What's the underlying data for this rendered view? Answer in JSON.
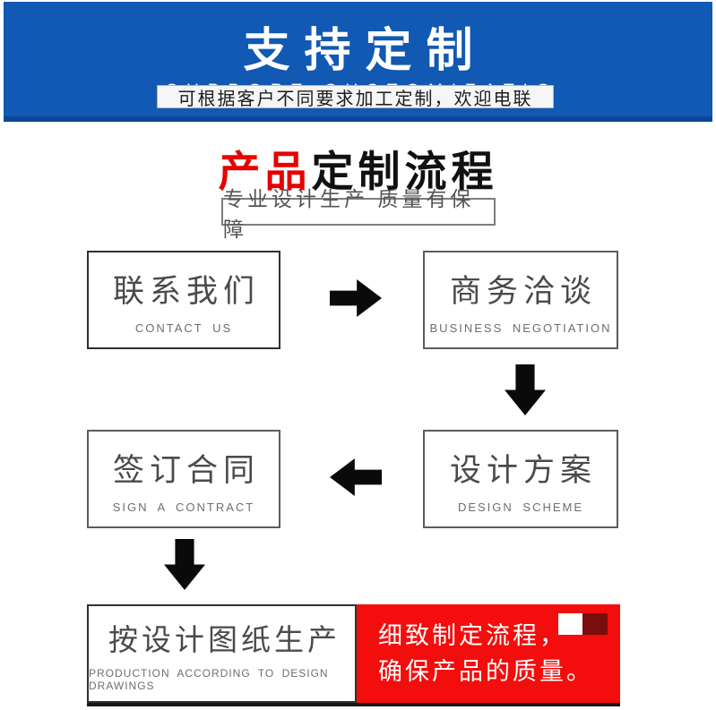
{
  "colors": {
    "banner_blue": "#1159b2",
    "banner_blue_dark": "#0c4697",
    "strip_bg": "#f6f6f6",
    "accent_red": "#e60000",
    "note_red": "#f40d0d",
    "note_red_dark": "#7a0d0d",
    "arrow_black": "#0a0a0a"
  },
  "banner": {
    "title": "支持定制",
    "subtitle": "SUPPORT CUSTOMIZATIO",
    "strip_text": "可根据客户不同要求加工定制，欢迎电联"
  },
  "section": {
    "title_highlight": "产品",
    "title_rest": "定制流程",
    "tagline": "专业设计生产 质量有保障"
  },
  "flow": {
    "steps": [
      {
        "zh": "联系我们",
        "en": "CONTACT US"
      },
      {
        "zh": "商务洽谈",
        "en": "BUSINESS NEGOTIATION"
      },
      {
        "zh": "设计方案",
        "en": "DESIGN SCHEME"
      },
      {
        "zh": "签订合同",
        "en": "SIGN A CONTRACT"
      },
      {
        "zh": "按设计图纸生产",
        "en": "PRODUCTION ACCORDING TO DESIGN DRAWINGS"
      }
    ],
    "note": {
      "line1": "细致制定流程，",
      "line2": "确保产品的质量。"
    }
  }
}
